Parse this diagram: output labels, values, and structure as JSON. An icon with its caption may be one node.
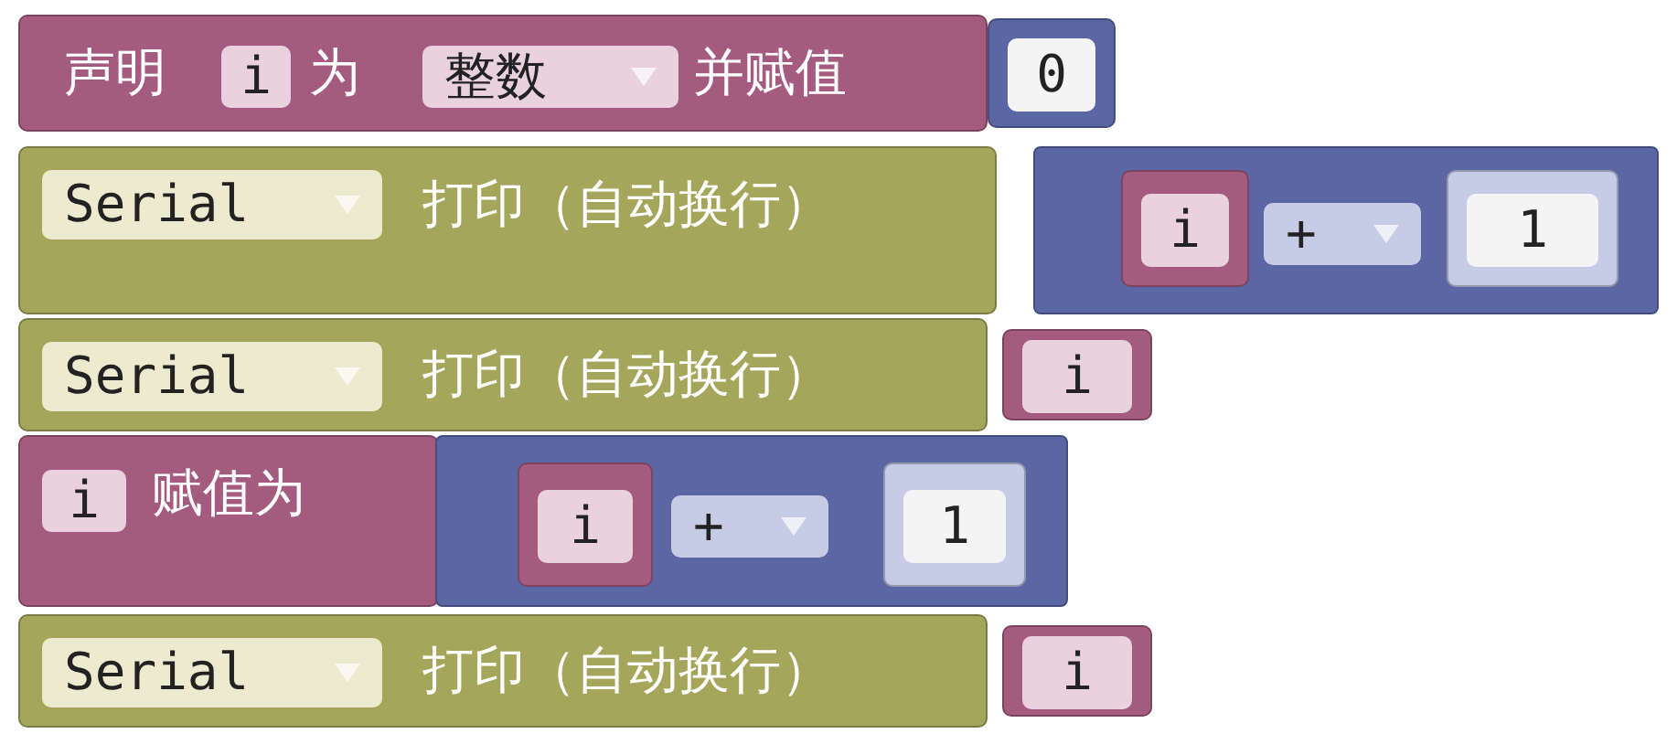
{
  "diagram": {
    "nodes": [
      {
        "text": [
          "声明",
          "为",
          "并赋值"
        ]
      },
      {
        "text": [
          "i"
        ],
        "in": 0
      },
      {
        "text": [
          "整数"
        ],
        "in": 0
      },
      {
        "text": [
          "0"
        ]
      },
      {
        "text": [
          "打印（自动换行）"
        ]
      },
      {
        "text": [
          "Serial"
        ],
        "in": 4
      },
      {
        "text": [],
        "shape": "box"
      },
      {
        "text": [
          "i"
        ],
        "in": 6
      },
      {
        "text": [
          "+"
        ],
        "in": 6
      },
      {
        "text": [
          "1"
        ],
        "in": 6
      },
      {
        "text": [
          "打印（自动换行）"
        ]
      },
      {
        "text": [
          "Serial"
        ],
        "in": 10
      },
      {
        "text": [
          "i"
        ]
      },
      {
        "text": [
          "赋值为"
        ]
      },
      {
        "text": [
          "i"
        ],
        "in": 13
      },
      {
        "text": [],
        "shape": "box"
      },
      {
        "text": [
          "i"
        ],
        "in": 15
      },
      {
        "text": [
          "+"
        ],
        "in": 15
      },
      {
        "text": [
          "1"
        ],
        "in": 15
      },
      {
        "text": [
          "打印（自动换行）"
        ]
      },
      {
        "text": [
          "Serial"
        ],
        "in": 19
      },
      {
        "text": [
          "i"
        ]
      }
    ]
  }
}
